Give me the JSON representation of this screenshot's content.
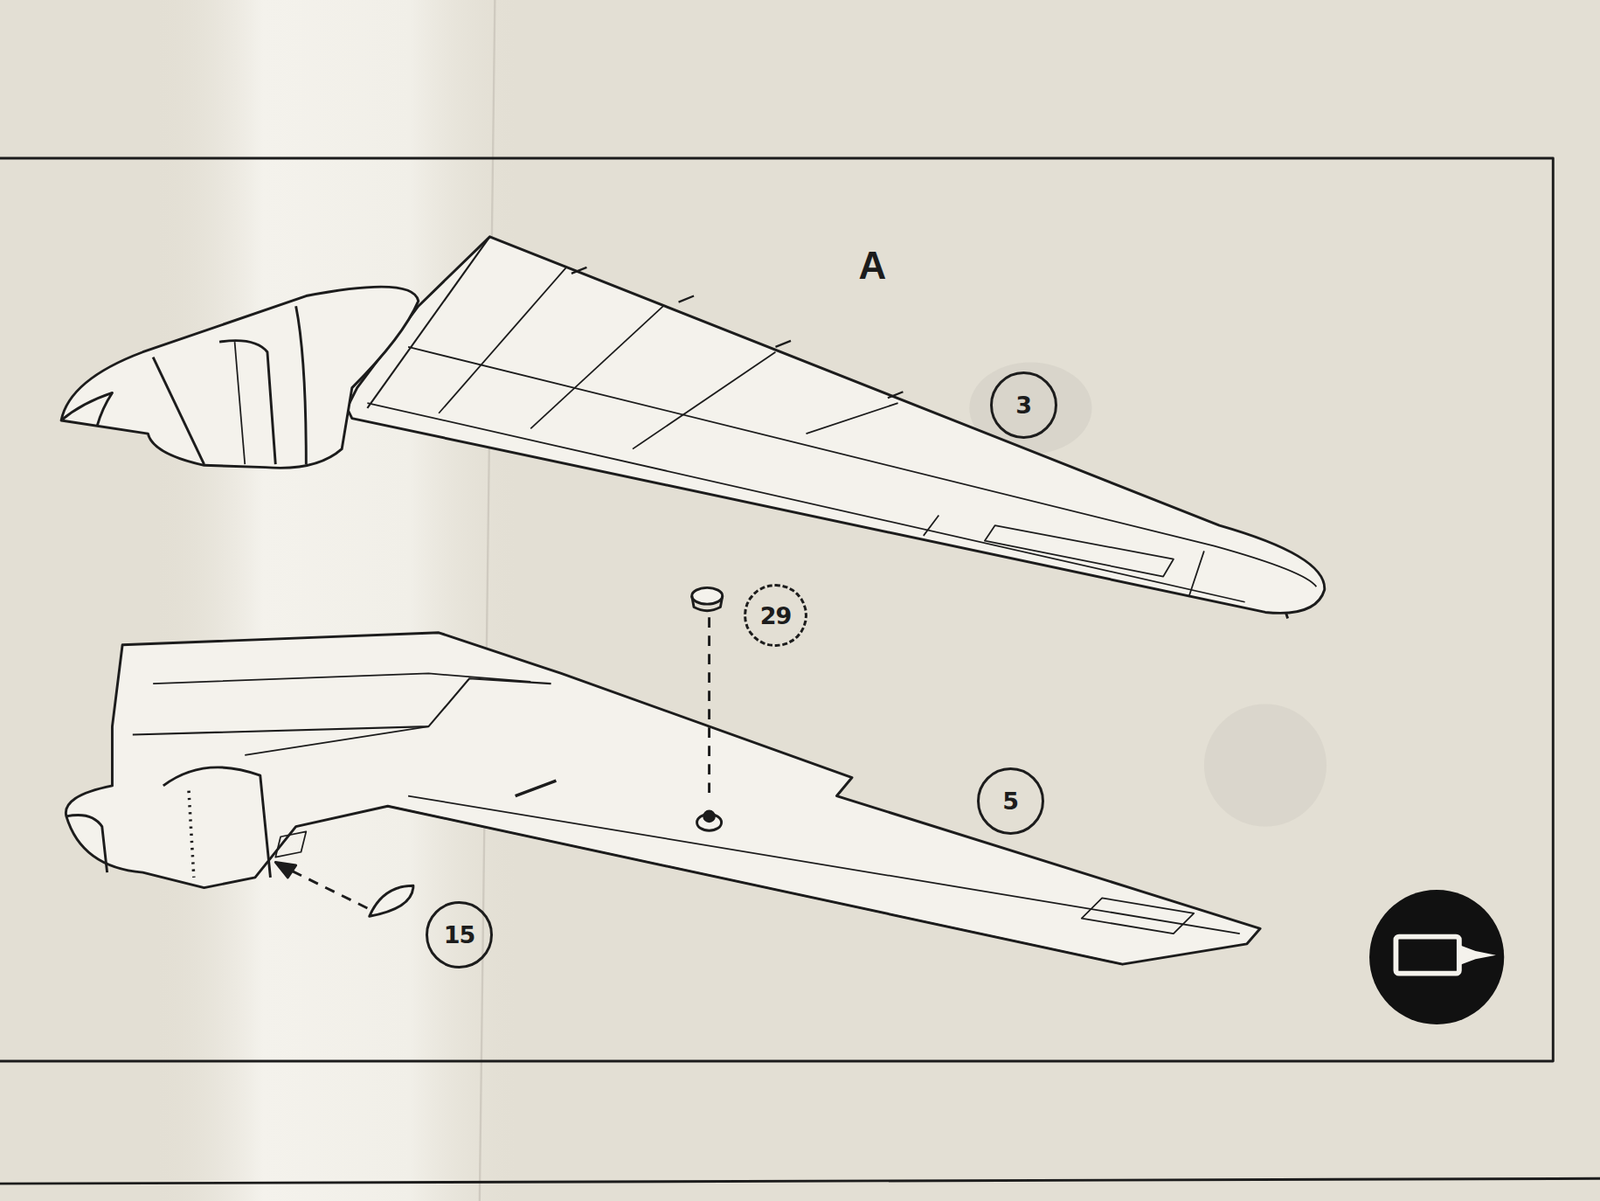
{
  "diagram": {
    "nodes": [
      {
        "text": [
          "3"
        ]
      },
      {
        "text": [
          "29"
        ]
      },
      {
        "text": [
          "5"
        ]
      },
      {
        "text": [
          "15"
        ]
      }
    ],
    "labels": [
      "A"
    ]
  }
}
